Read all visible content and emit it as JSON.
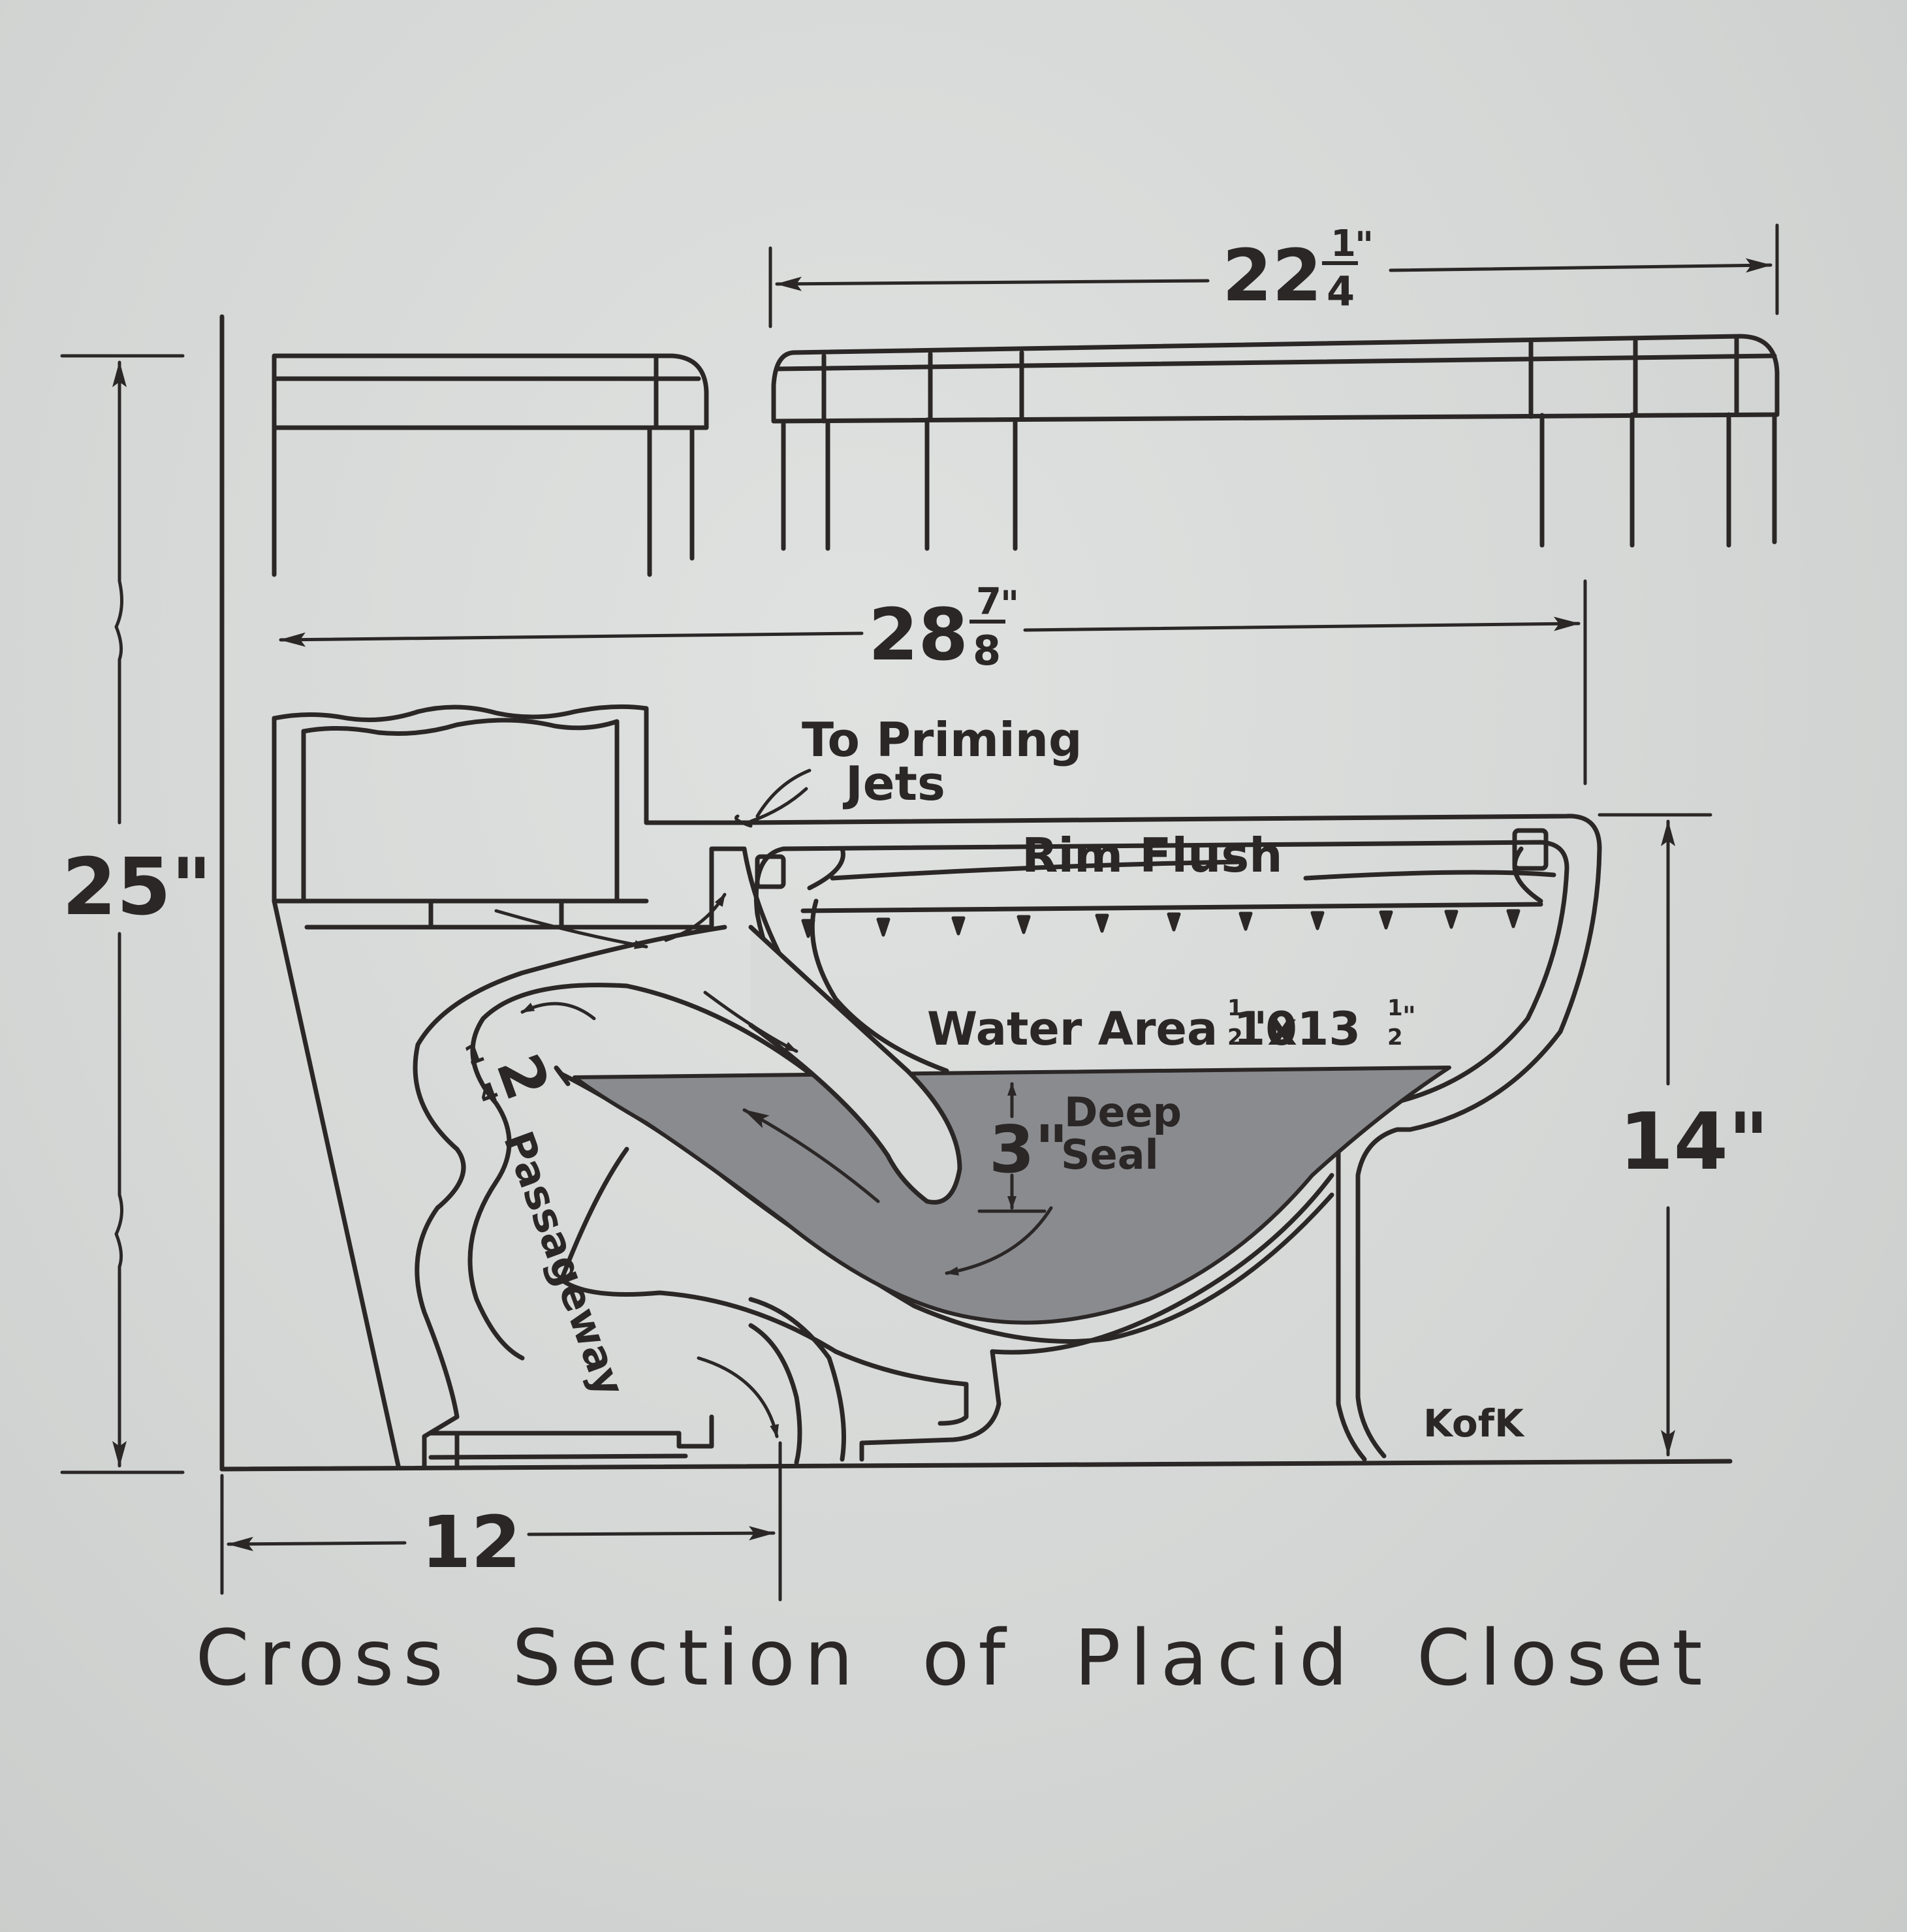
{
  "caption": "Cross Section of Placid Closet",
  "dimensions": {
    "top_width": {
      "whole": "22",
      "num": "1",
      "den": "4",
      "mark": "\""
    },
    "overall_length": {
      "whole": "28",
      "num": "7",
      "den": "8",
      "mark": "\""
    },
    "total_height": "25\"",
    "rim_height": "14\"",
    "rough_in": "12"
  },
  "labels": {
    "priming_line1": "To Priming",
    "priming_line2": "Jets",
    "rim_flush": "Rim Flush",
    "water_area_prefix": "Water Area 10",
    "water_area_frac1": "1",
    "water_area_frac1_den": "2",
    "water_area_mid": "\"x13",
    "water_area_frac2": "1",
    "water_area_frac2_den": "2",
    "water_area_suffix": "\"",
    "seal_depth": "3\"",
    "seal_word1": "Deep",
    "seal_word2": "Seal",
    "passage_size_whole": "2",
    "passage_size_num": "1",
    "passage_size_den": "4",
    "passage_word": "Passageway",
    "maker_mark": "KofK"
  },
  "colors": {
    "ink": "#2b2727",
    "paper": "#d8dad9",
    "water": "#8a8b8e"
  }
}
